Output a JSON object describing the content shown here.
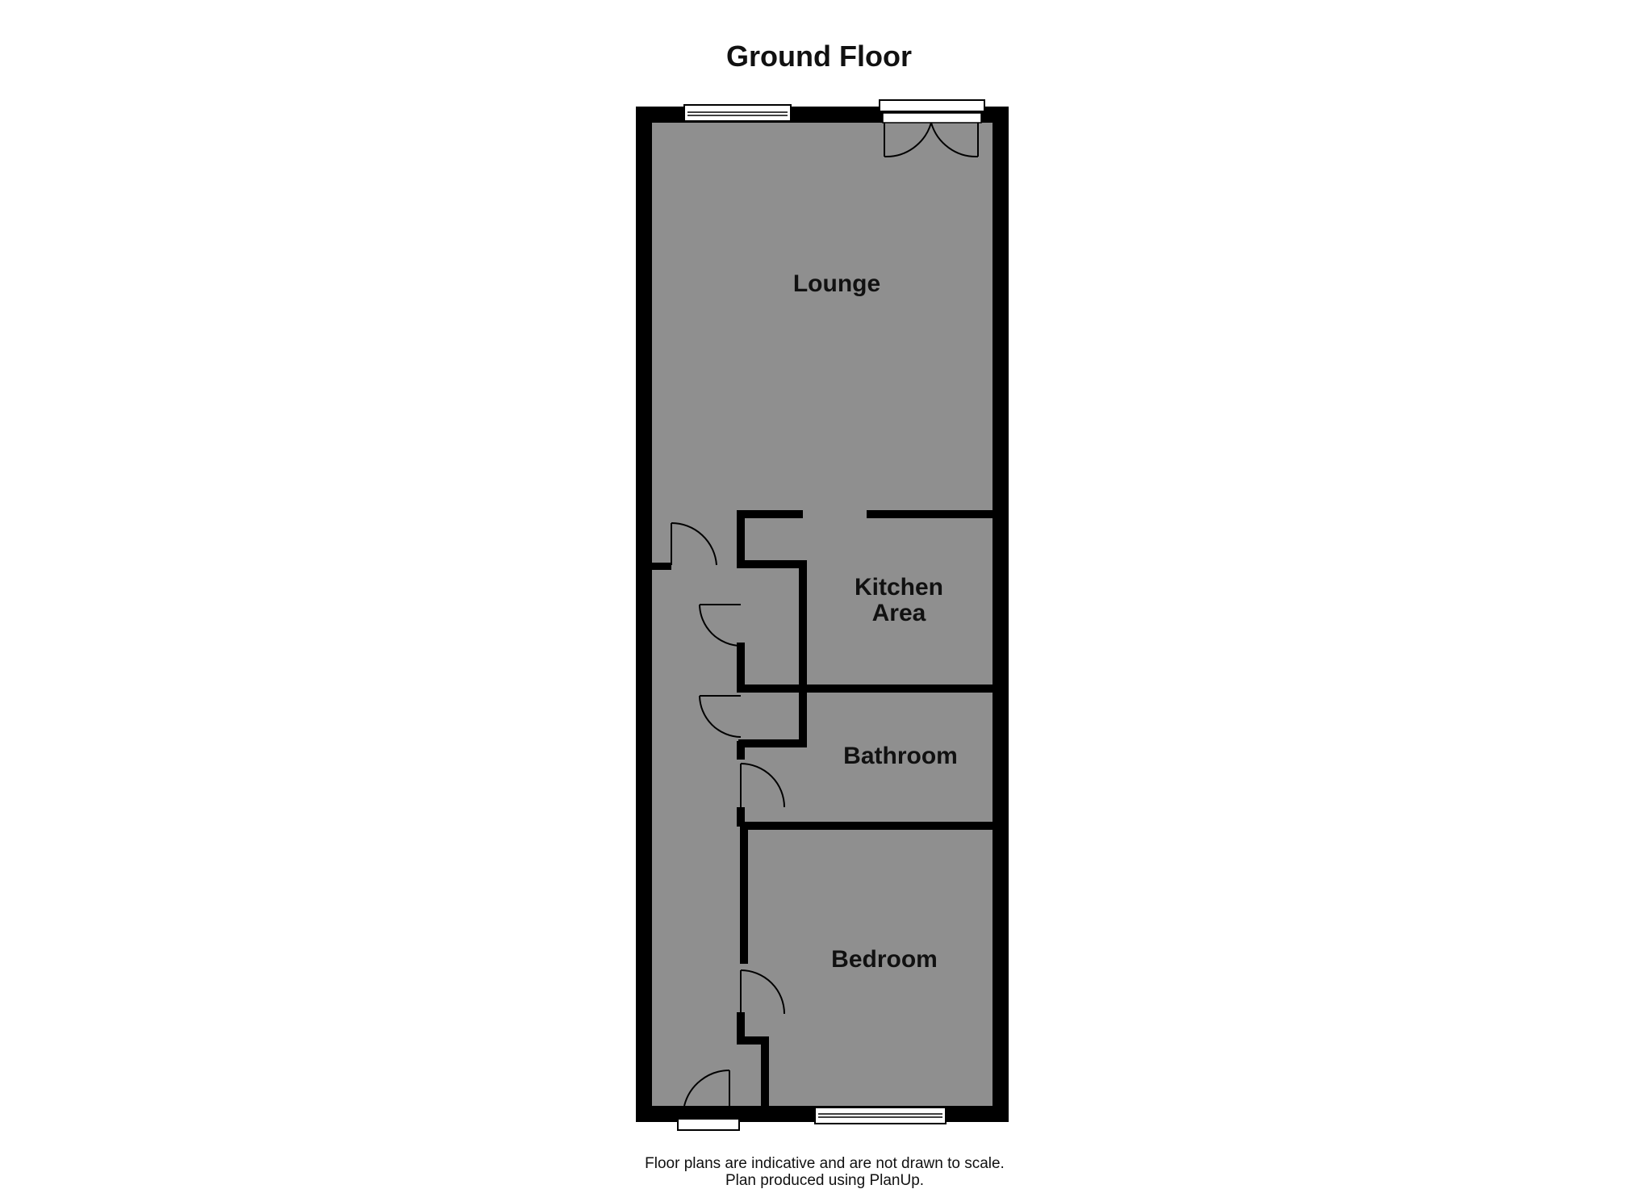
{
  "plan": {
    "title": "Ground Floor",
    "rooms": [
      {
        "id": "lounge",
        "label_lines": [
          "Lounge"
        ]
      },
      {
        "id": "kitchen-area",
        "label_lines": [
          "Kitchen",
          "Area"
        ]
      },
      {
        "id": "bathroom",
        "label_lines": [
          "Bathroom"
        ]
      },
      {
        "id": "bedroom",
        "label_lines": [
          "Bedroom"
        ]
      }
    ],
    "colors": {
      "wall": "#000000",
      "floor": "#8f8f8f",
      "background": "#ffffff"
    }
  },
  "footer": {
    "line1": "Floor plans are indicative and are not drawn to scale.",
    "line2": "Plan produced using PlanUp."
  }
}
